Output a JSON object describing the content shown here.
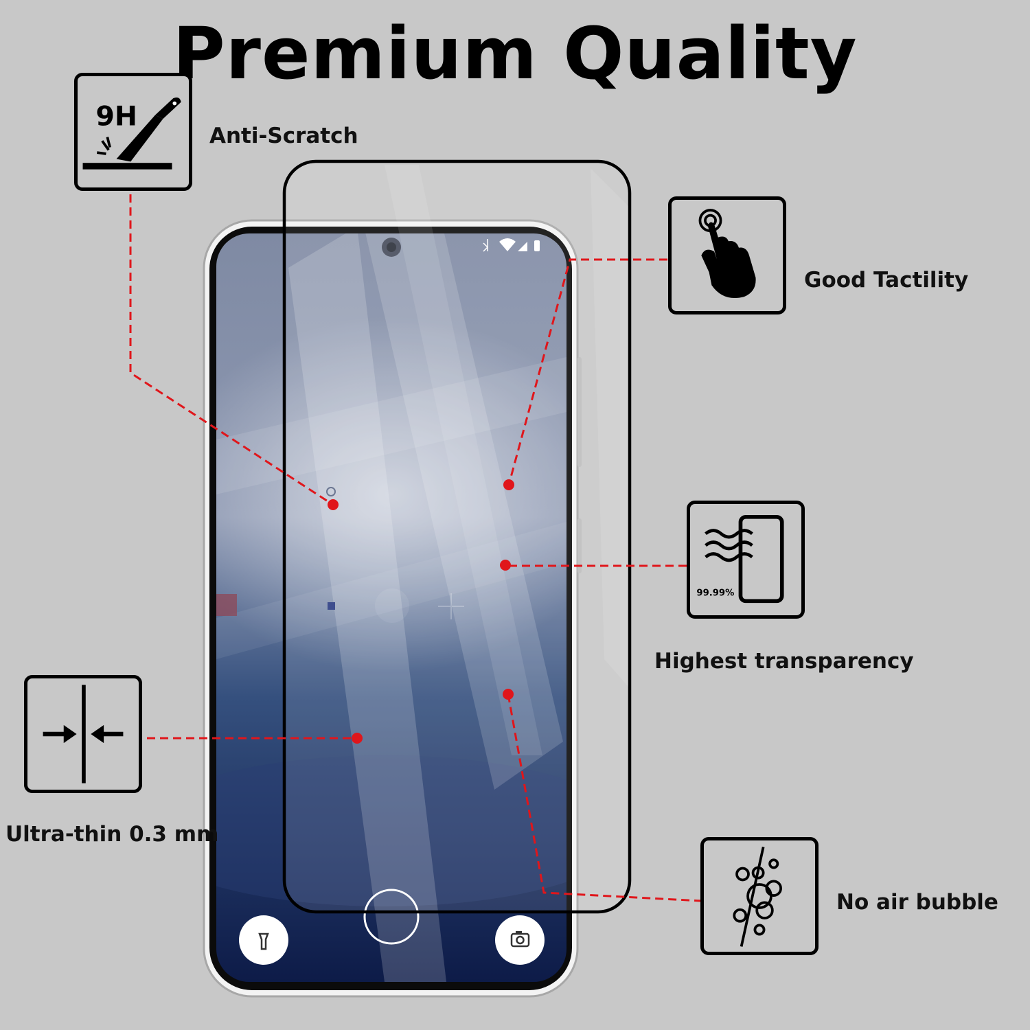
{
  "title": "Premium Quality",
  "features": {
    "anti_scratch": {
      "label": "Anti-Scratch",
      "icon": "knife-scratch-icon",
      "icon_text": "9H"
    },
    "good_tactility": {
      "label": "Good Tactility",
      "icon": "hand-touch-icon"
    },
    "highest_transparency": {
      "label": "Highest transparency",
      "icon": "transparency-icon",
      "icon_text": "99.99%"
    },
    "ultra_thin": {
      "label": "Ultra-thin 0.3 mm",
      "icon": "thin-arrows-icon"
    },
    "no_air_bubble": {
      "label": "No air bubble",
      "icon": "bubbles-icon"
    }
  },
  "phone": {
    "buttons": [
      {
        "icon": "flashlight-icon"
      },
      {
        "icon": "camera-icon"
      }
    ]
  },
  "colors": {
    "background": "#c8c8c8",
    "callout": "#e0161b",
    "outline": "#000000"
  }
}
